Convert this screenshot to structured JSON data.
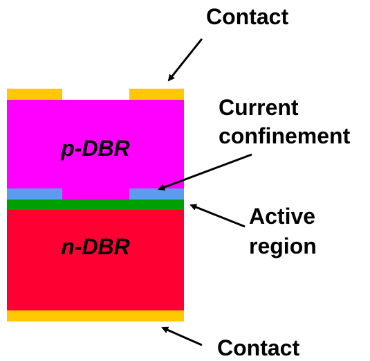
{
  "labels": {
    "contact_top": "Contact",
    "current_confinement_line1": "Current",
    "current_confinement_line2": "confinement",
    "active_region_line1": "Active",
    "active_region_line2": "region",
    "contact_bottom": "Contact"
  },
  "layers": {
    "p_dbr": "p-DBR",
    "n_dbr": "n-DBR"
  },
  "colors": {
    "contact": "#FFC800",
    "p_dbr": "#FF00FF",
    "n_dbr": "#FF0033",
    "active_region": "#00A000",
    "current_confinement": "#5B9BF0",
    "arrow": "#000000"
  }
}
